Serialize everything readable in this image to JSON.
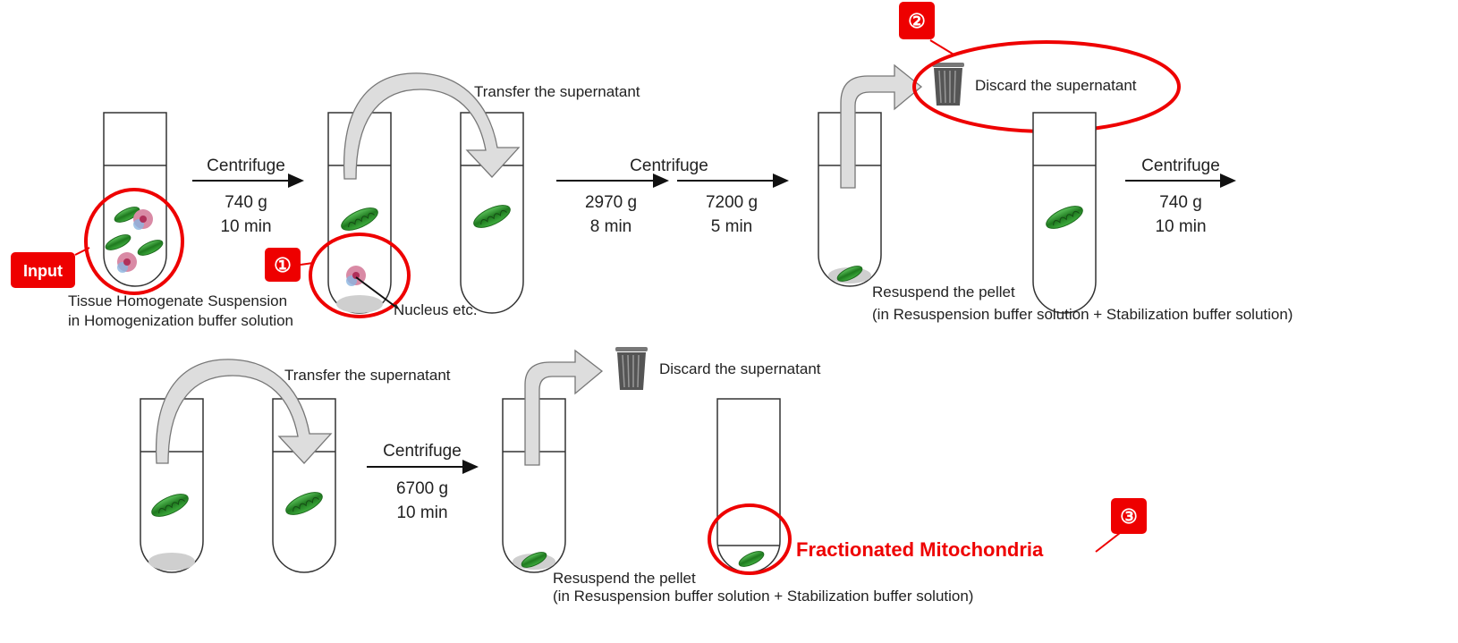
{
  "row1": {
    "step1": {
      "label": "Centrifuge",
      "force": "740 g",
      "time": "10 min"
    },
    "transfer": "Transfer the supernatant",
    "step2": {
      "label": "Centrifuge",
      "force_a": "2970 g",
      "time_a": "8 min",
      "force_b": "7200 g",
      "time_b": "5 min"
    },
    "discard": "Discard the supernatant",
    "step3": {
      "label": "Centrifuge",
      "force": "740 g",
      "time": "10 min"
    },
    "input_caption_1": "Tissue Homogenate Suspension",
    "input_caption_2": "in Homogenization buffer solution",
    "nucleus": "Nucleus etc.",
    "resuspend_1": "Resuspend the pellet",
    "resuspend_2": "(in Resuspension buffer solution + Stabilization buffer solution)"
  },
  "row2": {
    "transfer": "Transfer the supernatant",
    "step": {
      "label": "Centrifuge",
      "force": "6700 g",
      "time": "10 min"
    },
    "discard": "Discard the supernatant",
    "resuspend_1": "Resuspend the pellet",
    "resuspend_2": "(in Resuspension buffer solution + Stabilization buffer solution)",
    "result": "Fractionated Mitochondria"
  },
  "badges": {
    "input": "Input",
    "one": "①",
    "two": "②",
    "three": "③"
  },
  "colors": {
    "highlight": "#ee0000",
    "mitochondria": "#2e8b2e"
  }
}
